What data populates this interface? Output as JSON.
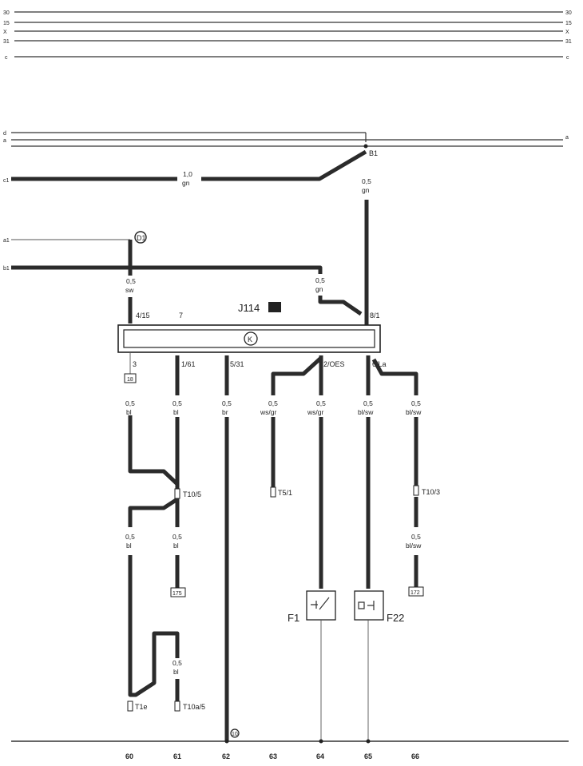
{
  "rails": {
    "top": [
      {
        "left": "30",
        "right": "30"
      },
      {
        "left": "15",
        "right": "15"
      },
      {
        "left": "X",
        "right": "X"
      },
      {
        "left": "31",
        "right": "31"
      },
      {
        "left": "c",
        "right": "c"
      }
    ],
    "mid_left": [
      "d",
      "a"
    ],
    "mid_right": "a"
  },
  "entries": {
    "c1": "c1",
    "a1": "a1",
    "b1": "b1"
  },
  "wires": {
    "c1_size": "1,0",
    "c1_color": "gn",
    "b1_size": "0,5",
    "b1_color": "gn",
    "d1_size": "0,5",
    "d1_color": "sw",
    "b1b_size": "0,5",
    "b1b_color": "gn"
  },
  "nodes": {
    "B1": "B1",
    "D1": "D1"
  },
  "component": {
    "id": "J114",
    "plug": "K"
  },
  "pins_top": {
    "p4": "4/15",
    "p7": "7",
    "p8": "8/1"
  },
  "pins_bottom": {
    "p3": "3",
    "p1": "1/61",
    "p5": "5/31",
    "p2": "2/OES",
    "p6": "6/La"
  },
  "branch_wires": [
    {
      "size": "0,5",
      "color": "bl"
    },
    {
      "size": "0,5",
      "color": "bl"
    },
    {
      "size": "0,5",
      "color": "br"
    },
    {
      "size": "0,5",
      "color": "ws/gr"
    },
    {
      "size": "0,5",
      "color": "ws/gr"
    },
    {
      "size": "0,5",
      "color": "bl/sw"
    },
    {
      "size": "0,5",
      "color": "bl/sw"
    }
  ],
  "lower_wires": {
    "w60": {
      "size": "0,5",
      "color": "bl"
    },
    "w61": {
      "size": "0,5",
      "color": "bl"
    },
    "w66": {
      "size": "0,5",
      "color": "bl/sw"
    },
    "w61b": {
      "size": "0,5",
      "color": "bl"
    }
  },
  "connectors": {
    "T10_5": "T10/5",
    "T5_1": "T5/1",
    "T10_3": "T10/3",
    "T1e": "T1e",
    "T10a_5": "T10a/5"
  },
  "refs": {
    "r18": "18",
    "r175": "175",
    "r172": "172",
    "r10": "10"
  },
  "switches": {
    "F1": "F1",
    "F22": "F22"
  },
  "columns": [
    "60",
    "61",
    "62",
    "63",
    "64",
    "65",
    "66"
  ]
}
